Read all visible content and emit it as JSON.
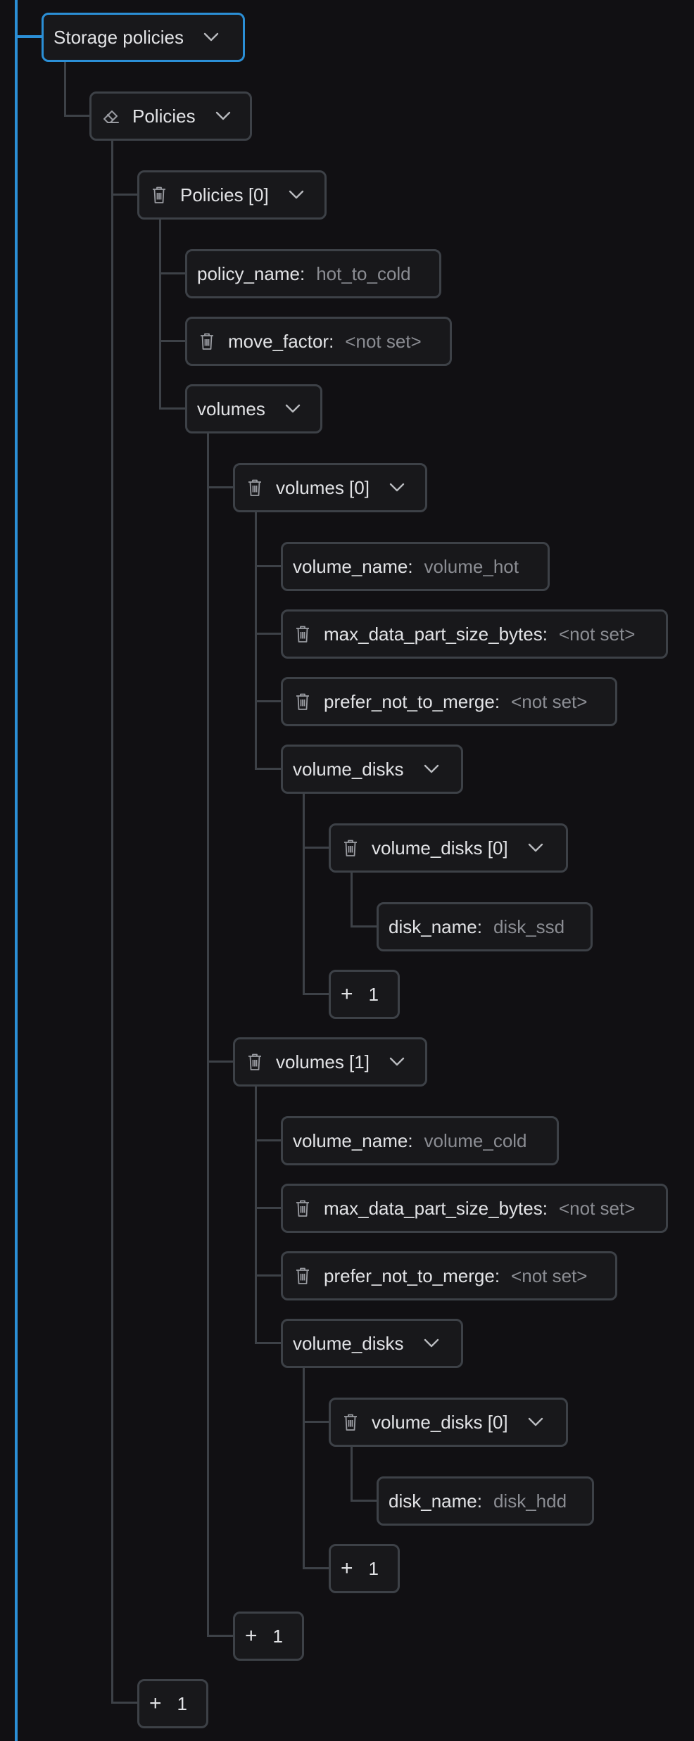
{
  "tree": {
    "root": {
      "label": "Storage policies"
    },
    "policies": {
      "label": "Policies",
      "item0": {
        "label": "Policies [0]",
        "policy_name": {
          "key": "policy_name:",
          "value": "hot_to_cold"
        },
        "move_factor": {
          "key": "move_factor:",
          "value": "<not set>"
        },
        "volumes": {
          "label": "volumes",
          "v0": {
            "label": "volumes [0]",
            "volume_name": {
              "key": "volume_name:",
              "value": "volume_hot"
            },
            "max_size": {
              "key": "max_data_part_size_bytes:",
              "value": "<not set>"
            },
            "prefer": {
              "key": "prefer_not_to_merge:",
              "value": "<not set>"
            },
            "disks": {
              "label": "volume_disks",
              "d0": {
                "label": "volume_disks [0]",
                "disk_name": {
                  "key": "disk_name:",
                  "value": "disk_ssd"
                }
              },
              "add_count": "1"
            }
          },
          "v1": {
            "label": "volumes [1]",
            "volume_name": {
              "key": "volume_name:",
              "value": "volume_cold"
            },
            "max_size": {
              "key": "max_data_part_size_bytes:",
              "value": "<not set>"
            },
            "prefer": {
              "key": "prefer_not_to_merge:",
              "value": "<not set>"
            },
            "disks": {
              "label": "volume_disks",
              "d0": {
                "label": "volume_disks [0]",
                "disk_name": {
                  "key": "disk_name:",
                  "value": "disk_hdd"
                }
              },
              "add_count": "1"
            }
          },
          "add_count": "1"
        }
      },
      "add_count": "1"
    }
  }
}
